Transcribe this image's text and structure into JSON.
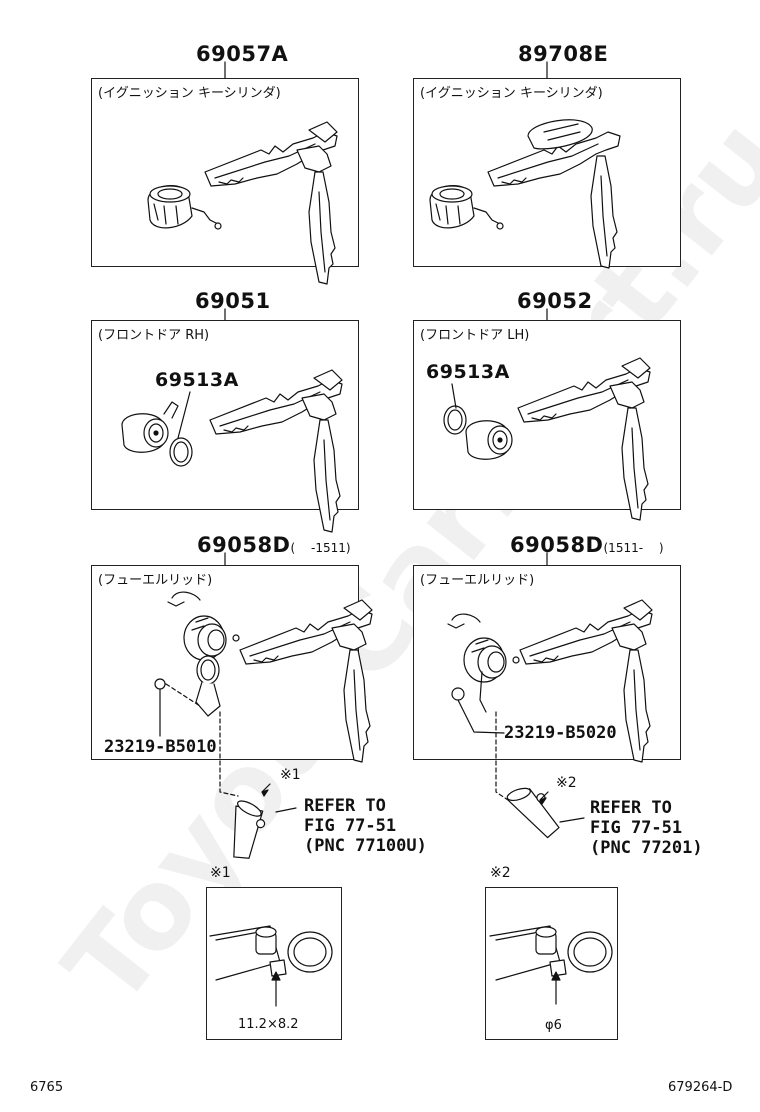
{
  "watermark": "ToyotaCarMart.ru",
  "panels": [
    {
      "part": "69057A",
      "caption": "(イグニッション キーシリンダ)"
    },
    {
      "part": "89708E",
      "caption": "(イグニッション キーシリンダ)"
    },
    {
      "part": "69051",
      "caption": "(フロントドア RH)",
      "sub_part": "69513A"
    },
    {
      "part": "69052",
      "caption": "(フロントドア LH)",
      "sub_part": "69513A"
    },
    {
      "part": "69058D",
      "range": "(　  -1511)",
      "caption": "(フューエルリッド)",
      "sub_part": "23219-B5010"
    },
    {
      "part": "69058D",
      "range": "(1511-　  )",
      "caption": "(フューエルリッド)",
      "sub_part": "23219-B5020"
    }
  ],
  "refers": [
    {
      "mark": "※1",
      "line1": "REFER TO",
      "line2": "FIG 77-51",
      "line3": "(PNC 77100U)"
    },
    {
      "mark": "※2",
      "line1": "REFER TO",
      "line2": "FIG 77-51",
      "line3": "(PNC 77201)"
    }
  ],
  "details": [
    {
      "mark": "※1",
      "dimension": "11.2×8.2"
    },
    {
      "mark": "※2",
      "dimension": "φ6"
    }
  ],
  "footer": {
    "left": "6765",
    "right": "679264-D"
  }
}
